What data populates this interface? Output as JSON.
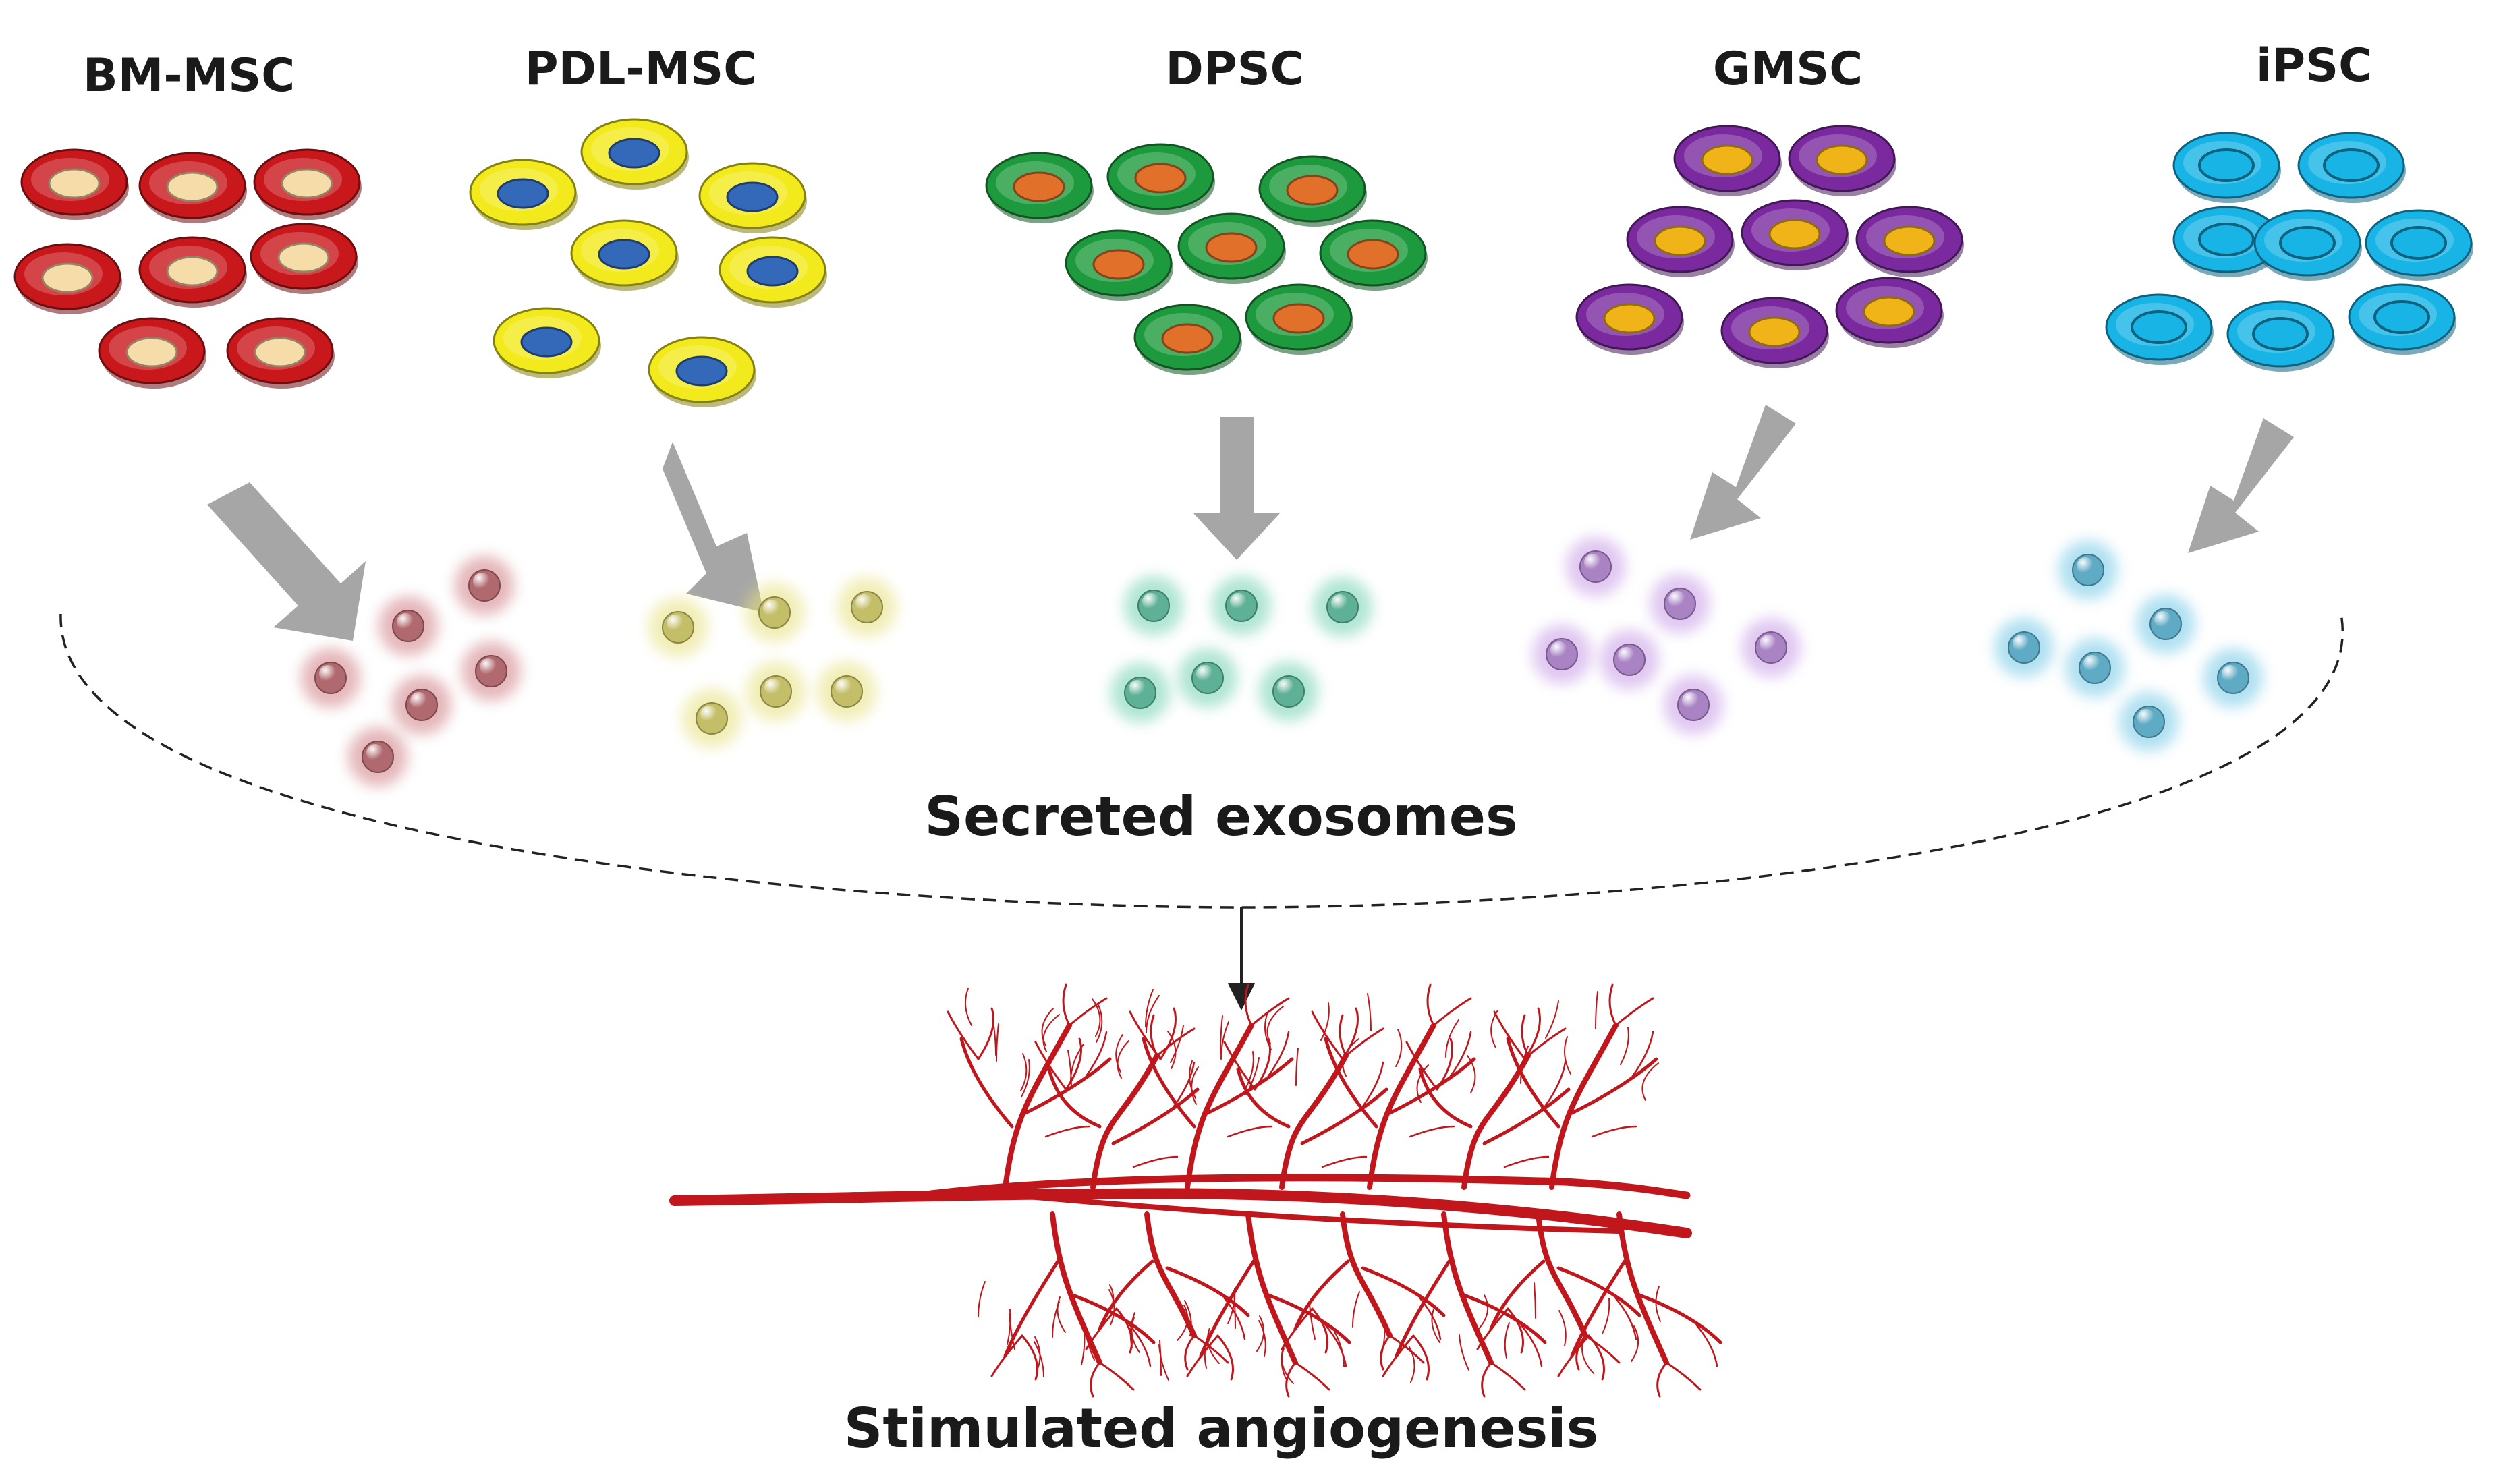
{
  "cell_types": [
    {
      "label": "BM-MSC",
      "body_color": "#c8181c",
      "nucleus_color": "#f6dca8",
      "exosome_color": "#cf7b82"
    },
    {
      "label": "PDL-MSC",
      "body_color": "#f2ea1c",
      "nucleus_color": "#3468b8",
      "exosome_color": "#e6e07a"
    },
    {
      "label": "DPSC",
      "body_color": "#1e9a3e",
      "nucleus_color": "#e0702a",
      "exosome_color": "#6ed0b0"
    },
    {
      "label": "GMSC",
      "body_color": "#7a2a9e",
      "nucleus_color": "#f0b418",
      "exosome_color": "#c79ae6"
    },
    {
      "label": "iPSC",
      "body_color": "#18b4e6",
      "nucleus_color": "#18b4e6",
      "exosome_color": "#70c8e6"
    }
  ],
  "labels": {
    "secreted": "Secreted exosomes",
    "outcome": "Stimulated angiogenesis"
  },
  "colors": {
    "arrow": "#a6a6a6",
    "vessel": "#c0161c",
    "dashed_curve": "#222222"
  }
}
